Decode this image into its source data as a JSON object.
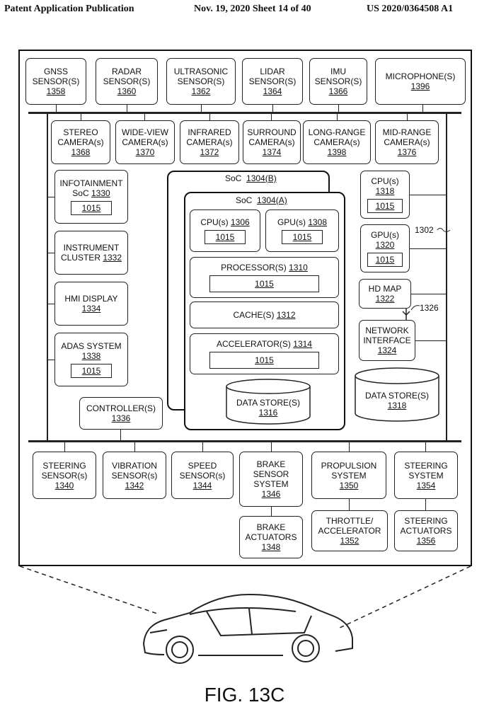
{
  "header": {
    "left": "Patent Application Publication",
    "middle": "Nov. 19, 2020  Sheet 14 of 40",
    "right": "US 2020/0364508 A1"
  },
  "top_sensors": [
    {
      "l1": "GNSS",
      "l2": "SENSOR(S)",
      "num": "1358"
    },
    {
      "l1": "RADAR",
      "l2": "SENSOR(S)",
      "num": "1360"
    },
    {
      "l1": "ULTRASONIC",
      "l2": "SENSOR(S)",
      "num": "1362"
    },
    {
      "l1": "LIDAR",
      "l2": "SENSOR(S)",
      "num": "1364"
    },
    {
      "l1": "IMU",
      "l2": "SENSOR(S)",
      "num": "1366"
    },
    {
      "l1": "MICROPHONE(S)",
      "num": "1396"
    }
  ],
  "cameras": [
    {
      "l1": "STEREO",
      "l2": "CAMERA(s)",
      "num": "1368"
    },
    {
      "l1": "WIDE-VIEW",
      "l2": "CAMERA(s)",
      "num": "1370"
    },
    {
      "l1": "INFRARED",
      "l2": "CAMERA(s)",
      "num": "1372"
    },
    {
      "l1": "SURROUND",
      "l2": "CAMERA(s)",
      "num": "1374"
    },
    {
      "l1": "LONG-RANGE",
      "l2": "CAMERA(s)",
      "num": "1398"
    },
    {
      "l1": "MID-RANGE",
      "l2": "CAMERA(s)",
      "num": "1376"
    }
  ],
  "left_col": {
    "infotainment": {
      "l1": "INFOTAINMENT",
      "l2": "SoC",
      "num": "1330",
      "inner": "1015"
    },
    "cluster": {
      "l1": "INSTRUMENT",
      "l2": "CLUSTER",
      "num": "1332"
    },
    "hmi": {
      "l1": "HMI DISPLAY",
      "num": "1334"
    },
    "adas": {
      "l1": "ADAS SYSTEM",
      "num": "1338",
      "inner": "1015"
    },
    "controller": {
      "l1": "CONTROLLER(S)",
      "num": "1336"
    }
  },
  "soc_b": {
    "title": "SoC",
    "num": "1304(B)"
  },
  "soc_a": {
    "title": "SoC",
    "num": "1304(A)",
    "cpu": {
      "l1": "CPU(s)",
      "num": "1306",
      "inner": "1015"
    },
    "gpu": {
      "l1": "GPU(s)",
      "num": "1308",
      "inner": "1015"
    },
    "processor": {
      "l1": "PROCESSOR(S)",
      "num": "1310",
      "inner": "1015"
    },
    "cache": {
      "l1": "CACHE(S)",
      "num": "1312"
    },
    "accelerator": {
      "l1": "ACCELERATOR(S)",
      "num": "1314",
      "inner": "1015"
    },
    "datastore": {
      "l1": "DATA STORE(S)",
      "num": "1316"
    }
  },
  "right_col": {
    "cpu": {
      "l1": "CPU(s)",
      "num": "1318",
      "inner": "1015"
    },
    "gpu": {
      "l1": "GPU(s)",
      "num": "1320",
      "inner": "1015"
    },
    "hdmap": {
      "l1": "HD MAP",
      "num": "1322"
    },
    "network": {
      "l1": "NETWORK",
      "l2": "INTERFACE",
      "num": "1324"
    },
    "datastore": {
      "l1": "DATA STORE(S)",
      "num": "1318"
    },
    "ref_1302": "1302",
    "ref_1326": "1326"
  },
  "bottom": [
    {
      "l1": "STEERING",
      "l2": "SENSOR(s)",
      "num": "1340"
    },
    {
      "l1": "VIBRATION",
      "l2": "SENSOR(s)",
      "num": "1342"
    },
    {
      "l1": "SPEED",
      "l2": "SENSOR(s)",
      "num": "1344"
    },
    {
      "l1": "BRAKE",
      "l2": "SENSOR",
      "l3": "SYSTEM",
      "num": "1346"
    },
    {
      "l1": "PROPULSION",
      "l2": "SYSTEM",
      "num": "1350"
    },
    {
      "l1": "STEERING",
      "l2": "SYSTEM",
      "num": "1354"
    }
  ],
  "bottom2": [
    {
      "l1": "BRAKE",
      "l2": "ACTUATORS",
      "num": "1348"
    },
    {
      "l1": "THROTTLE/",
      "l2": "ACCELERATOR",
      "num": "1352"
    },
    {
      "l1": "STEERING",
      "l2": "ACTUATORS",
      "num": "1356"
    }
  ],
  "figure_label": "FIG. 13C"
}
